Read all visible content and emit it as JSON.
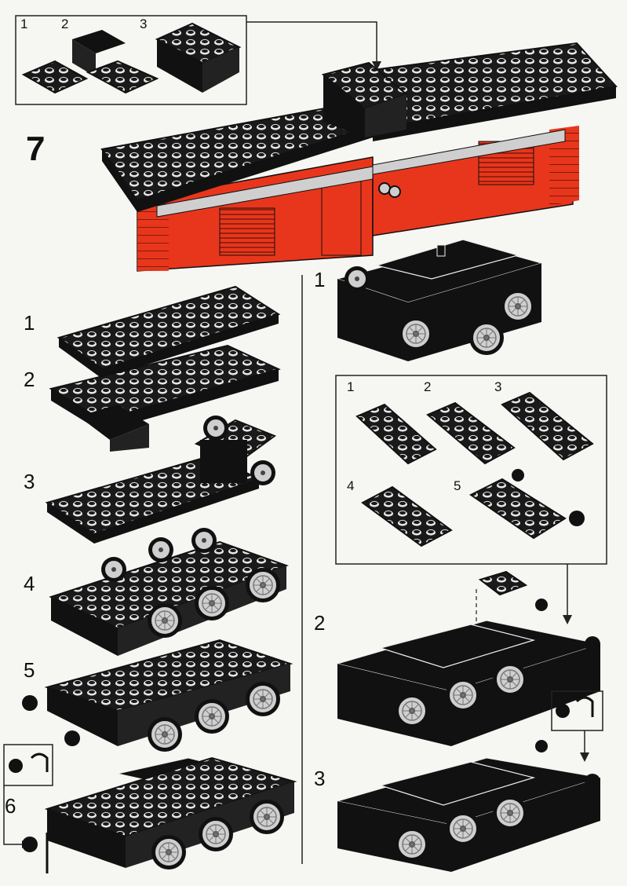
{
  "page": {
    "step_number": "7"
  },
  "top_callout": {
    "labels": [
      "1",
      "2",
      "3"
    ]
  },
  "left_column": {
    "steps": [
      "1",
      "2",
      "3",
      "4",
      "5",
      "6"
    ]
  },
  "right_column": {
    "steps": [
      "1",
      "2",
      "3"
    ],
    "callout_labels": [
      "1",
      "2",
      "3",
      "4",
      "5"
    ]
  },
  "colors": {
    "brick_red": "#e8361c",
    "brick_black": "#111111",
    "wheel_grey": "#c9c9c9",
    "frame": "#222222"
  }
}
